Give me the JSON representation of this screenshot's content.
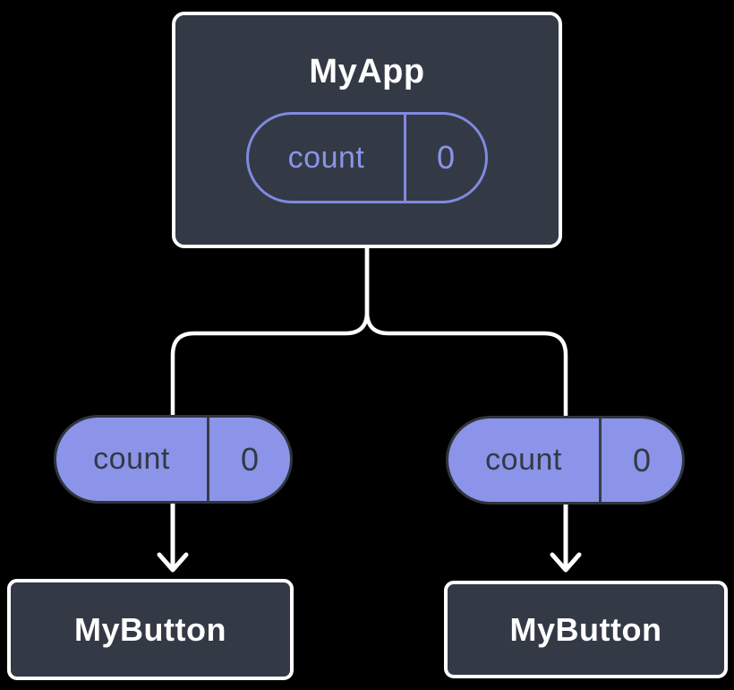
{
  "diagram": {
    "root": {
      "title": "MyApp",
      "state": {
        "name": "count",
        "value": "0"
      }
    },
    "props": {
      "left": {
        "name": "count",
        "value": "0"
      },
      "right": {
        "name": "count",
        "value": "0"
      }
    },
    "children": {
      "left": {
        "title": "MyButton"
      },
      "right": {
        "title": "MyButton"
      }
    },
    "colors": {
      "background": "#000000",
      "node_fill": "#333a46",
      "node_border": "#ffffff",
      "accent_purple": "#8b94e8",
      "pill_outline_stroke": "#8089e0",
      "pill_dark_border": "#2f353e",
      "pill_dark_text": "#333945",
      "connector": "#ffffff"
    }
  }
}
